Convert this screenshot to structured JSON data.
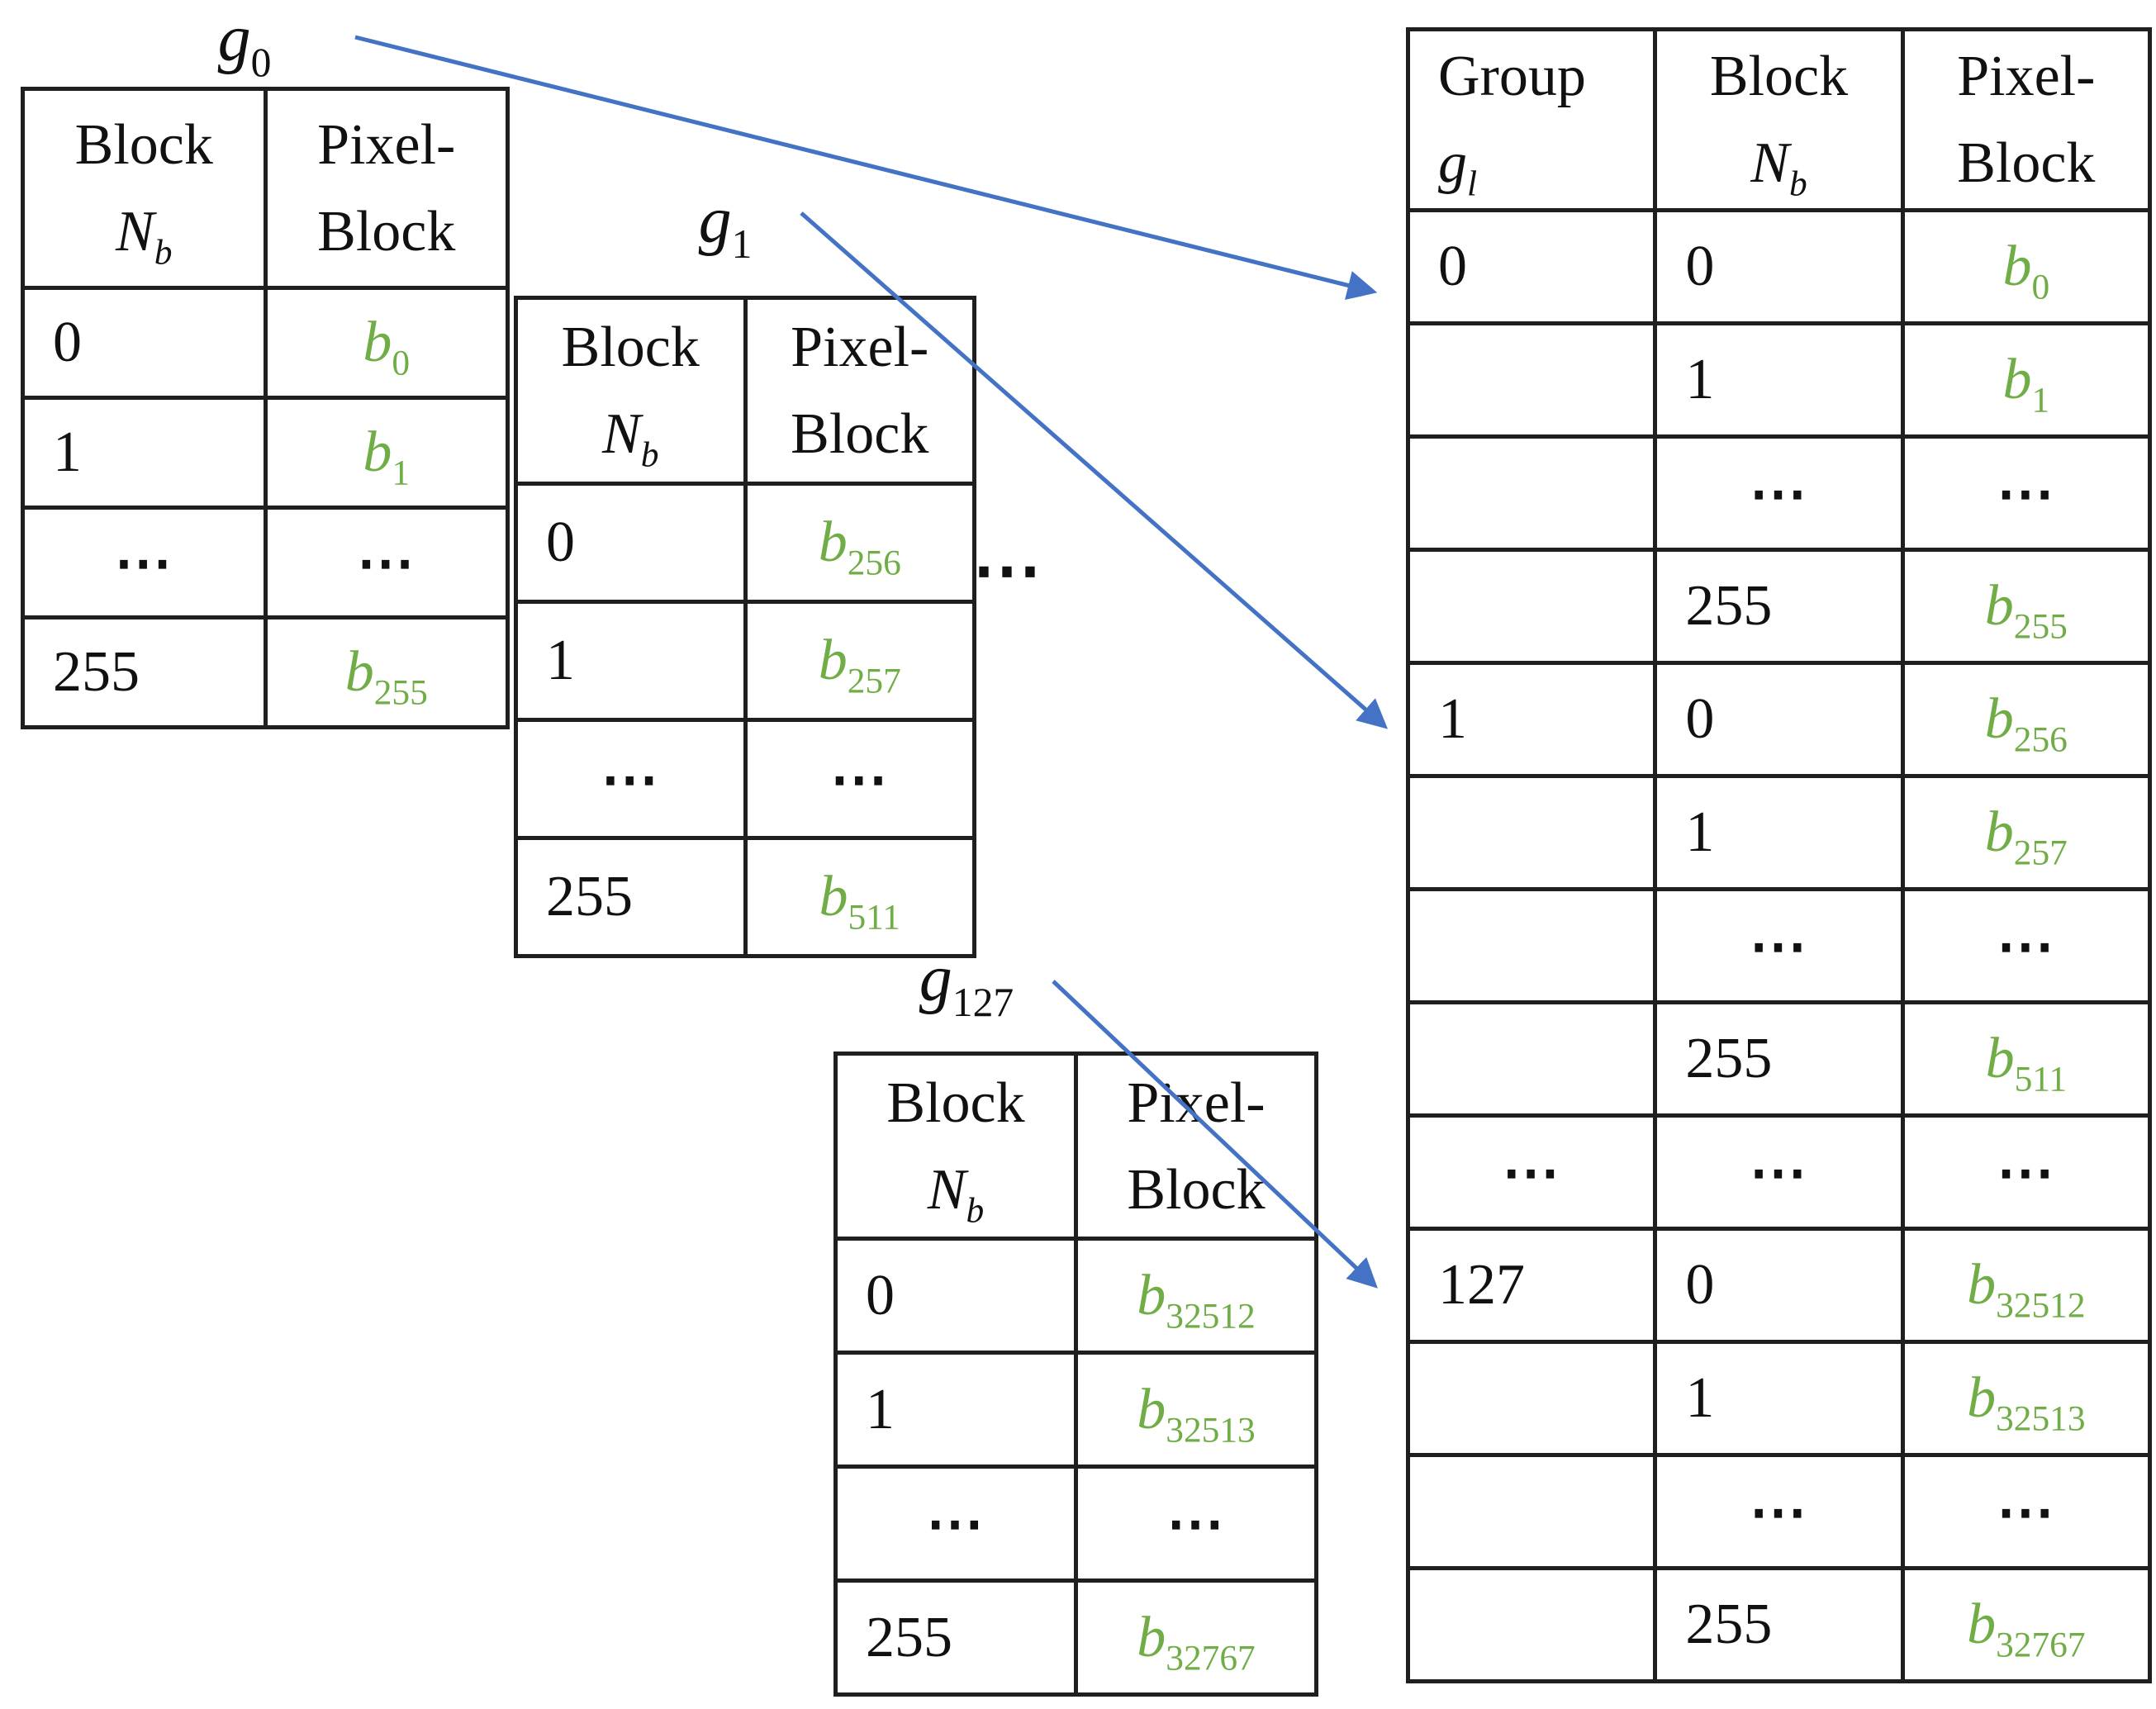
{
  "colors": {
    "green": "#70AD47",
    "arrow_blue": "#4472C4",
    "border": "#1f1f1f",
    "text": "#111111",
    "background": "#ffffff"
  },
  "ellipsis_between_tables": "⋯",
  "tables": {
    "g0": {
      "title": {
        "base": "g",
        "sub": "0"
      },
      "columns": [
        {
          "key": "block",
          "line1": "Block",
          "line2": {
            "base": "N",
            "sub": "b",
            "subItalic": true
          }
        },
        {
          "key": "pixel",
          "line1": "Pixel-",
          "line2": "Block"
        }
      ],
      "rows": [
        {
          "block": "0",
          "pixel": {
            "base": "b",
            "sub": "0"
          }
        },
        {
          "block": "1",
          "pixel": {
            "base": "b",
            "sub": "1"
          }
        },
        {
          "block": "⋯",
          "pixel": "⋯"
        },
        {
          "block": "255",
          "pixel": {
            "base": "b",
            "sub": "255"
          }
        }
      ]
    },
    "g1": {
      "title": {
        "base": "g",
        "sub": "1"
      },
      "columns": [
        {
          "key": "block",
          "line1": "Block",
          "line2": {
            "base": "N",
            "sub": "b",
            "subItalic": true
          }
        },
        {
          "key": "pixel",
          "line1": "Pixel-",
          "line2": "Block"
        }
      ],
      "rows": [
        {
          "block": "0",
          "pixel": {
            "base": "b",
            "sub": "256"
          }
        },
        {
          "block": "1",
          "pixel": {
            "base": "b",
            "sub": "257"
          }
        },
        {
          "block": "⋯",
          "pixel": "⋯"
        },
        {
          "block": "255",
          "pixel": {
            "base": "b",
            "sub": "511"
          }
        }
      ]
    },
    "g127": {
      "title": {
        "base": "g",
        "sub": "127"
      },
      "columns": [
        {
          "key": "block",
          "line1": "Block",
          "line2": {
            "base": "N",
            "sub": "b",
            "subItalic": true
          }
        },
        {
          "key": "pixel",
          "line1": "Pixel-",
          "line2": "Block"
        }
      ],
      "rows": [
        {
          "block": "0",
          "pixel": {
            "base": "b",
            "sub": "32512"
          }
        },
        {
          "block": "1",
          "pixel": {
            "base": "b",
            "sub": "32513"
          }
        },
        {
          "block": "⋯",
          "pixel": "⋯"
        },
        {
          "block": "255",
          "pixel": {
            "base": "b",
            "sub": "32767"
          }
        }
      ]
    },
    "merged": {
      "columns": [
        {
          "key": "group",
          "align": "left",
          "line1": "Group",
          "line2": {
            "base": "g",
            "sub": "l",
            "subItalic": true
          }
        },
        {
          "key": "block",
          "line1": "Block",
          "line2": {
            "base": "N",
            "sub": "b",
            "subItalic": true
          }
        },
        {
          "key": "pixel",
          "line1": "Pixel-",
          "line2": "Block"
        }
      ],
      "rows": [
        {
          "group": "0",
          "block": "0",
          "pixel": {
            "base": "b",
            "sub": "0"
          }
        },
        {
          "group": "",
          "block": "1",
          "pixel": {
            "base": "b",
            "sub": "1"
          }
        },
        {
          "group": "",
          "block": "⋯",
          "pixel": "⋯"
        },
        {
          "group": "",
          "block": "255",
          "pixel": {
            "base": "b",
            "sub": "255"
          }
        },
        {
          "group": "1",
          "block": "0",
          "pixel": {
            "base": "b",
            "sub": "256"
          }
        },
        {
          "group": "",
          "block": "1",
          "pixel": {
            "base": "b",
            "sub": "257"
          }
        },
        {
          "group": "",
          "block": "⋯",
          "pixel": "⋯"
        },
        {
          "group": "",
          "block": "255",
          "pixel": {
            "base": "b",
            "sub": "511"
          }
        },
        {
          "group": "⋯",
          "block": "⋯",
          "pixel": "⋯"
        },
        {
          "group": "127",
          "block": "0",
          "pixel": {
            "base": "b",
            "sub": "32512"
          }
        },
        {
          "group": "",
          "block": "1",
          "pixel": {
            "base": "b",
            "sub": "32513"
          }
        },
        {
          "group": "",
          "block": "⋯",
          "pixel": "⋯"
        },
        {
          "group": "",
          "block": "255",
          "pixel": {
            "base": "b",
            "sub": "32767"
          }
        }
      ]
    }
  },
  "arrows": [
    {
      "name": "arrow-g0-to-merged"
    },
    {
      "name": "arrow-g1-to-merged"
    },
    {
      "name": "arrow-g127-to-merged"
    }
  ]
}
